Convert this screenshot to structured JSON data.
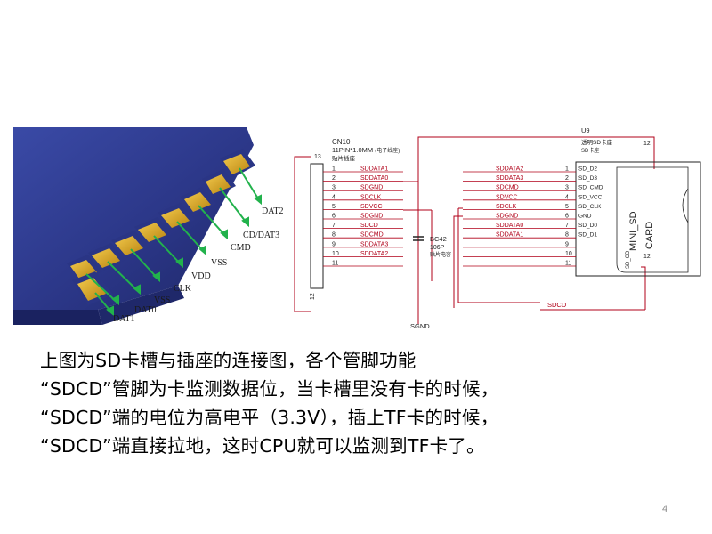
{
  "photo": {
    "pin_labels": [
      "DAT2",
      "CD/DAT3",
      "CMD",
      "VSS",
      "VDD",
      "CLK",
      "VSS",
      "DAT0",
      "DAT1"
    ]
  },
  "schematic": {
    "connector": {
      "ref": "CN10",
      "part": "11PIN*1.0MM",
      "part_note": "(电子线座)",
      "sub": "贴片插座",
      "pin_top": "13",
      "pin_bottom": "12",
      "pins": [
        "1",
        "2",
        "3",
        "4",
        "5",
        "6",
        "7",
        "8",
        "9",
        "10",
        "11"
      ],
      "nets": [
        "SDDATA1",
        "SDDATA0",
        "SDGND",
        "SDCLK",
        "SDVCC",
        "SDGND",
        "SDCD",
        "SDCMD",
        "SDDATA3",
        "SDDATA2",
        ""
      ]
    },
    "cap": {
      "ref": "BC42",
      "value": "106P",
      "sub": "贴片电容"
    },
    "ground": "SGND",
    "slot": {
      "ref": "U9",
      "title": "透明SD卡座",
      "sub": "SD卡座",
      "pin_top": "12",
      "pin_bottom": "12",
      "pins": [
        "1",
        "2",
        "3",
        "4",
        "5",
        "6",
        "7",
        "8",
        "9",
        "10",
        "11"
      ],
      "pin_names": [
        "SD_D2",
        "SD_D3",
        "SD_CMD",
        "SD_VCC",
        "SD_CLK",
        "GND",
        "SD_D0",
        "SD_D1",
        "",
        "",
        ""
      ],
      "nets": [
        "SDDATA2",
        "SDDATA3",
        "SDCMD",
        "SDVCC",
        "SDCLK",
        "SDGND",
        "SDDATA0",
        "SDDATA1"
      ],
      "card_text_1": "MINI_SD",
      "card_text_2": "CARD",
      "cd_text": "SD_CD"
    },
    "sdcd_net": "SDCD"
  },
  "caption": {
    "line1": "上图为SD卡槽与插座的连接图，各个管脚功能",
    "line2": "“SDCD”管脚为卡监测数据位，当卡槽里没有卡的时候，",
    "line3": "“SDCD”端的电位为高电平（3.3V），插上TF卡的时候，",
    "line4": "“SDCD”端直接拉地，这时CPU就可以监测到TF卡了。"
  },
  "page_number": "4",
  "colors": {
    "net_label": "#b00018",
    "wire": "#b00018",
    "component": "#222222",
    "card_body": "#2e3a8c",
    "contact": "#d9a51c",
    "arrow": "#22b24c"
  }
}
